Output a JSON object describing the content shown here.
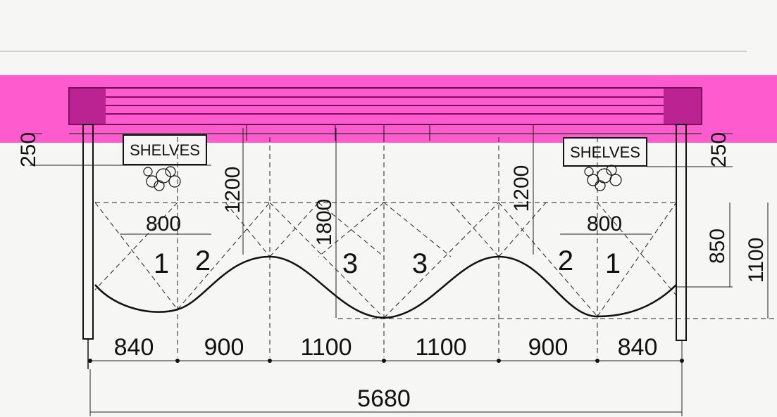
{
  "colors": {
    "background": "#f6f6f4",
    "highlight_band": "#ff3fc8",
    "ink": "#111111"
  },
  "labels": {
    "shelves_left": "SHELVES",
    "shelves_right": "SHELVES"
  },
  "dimensions": {
    "top_left_25": "250",
    "top_right_25": "250",
    "drop_left": "1200",
    "drop_right": "1200",
    "drop_center": "1800",
    "shelf_width_left": "800",
    "shelf_width_right": "800",
    "right_850": "850",
    "right_1100": "1100",
    "bottom_segments": [
      "840",
      "900",
      "1100",
      "1100",
      "900",
      "840"
    ],
    "total_width": "5680"
  },
  "panel_numbers": [
    "1",
    "2",
    "3",
    "3",
    "2",
    "1"
  ]
}
